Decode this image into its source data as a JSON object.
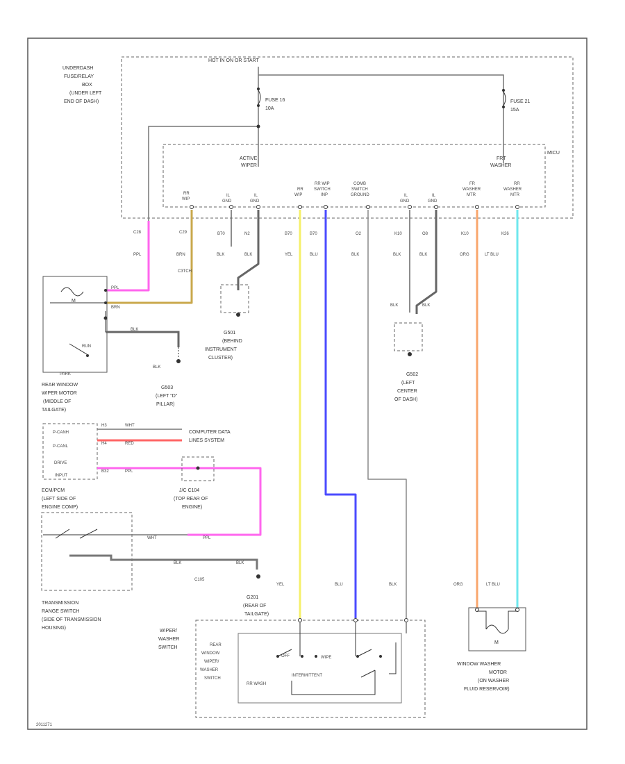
{
  "relay_box": {
    "supply": "HOT IN ON OR START",
    "label": [
      "UNDERDASH",
      "FUSE/RELAY",
      "BOX",
      "(UNDER LEFT",
      "END OF DASH)"
    ],
    "fuse_a": [
      "FUSE 16",
      "10A"
    ],
    "fuse_b": [
      "FUSE 21",
      "15A"
    ],
    "micu": "MICU",
    "unit_wiper": [
      "ACTIVE",
      "WIPER"
    ],
    "unit_washer": [
      "FRT",
      "WASHER"
    ],
    "pins": [
      [
        "RR",
        "WIP"
      ],
      [
        "IL",
        "GND"
      ],
      [
        "IL",
        "GND"
      ],
      [
        "RR",
        "WIP"
      ],
      [
        "RR WIP",
        "SWITCH",
        "INP"
      ],
      [
        "COMB",
        "SWITCH",
        "GROUND"
      ],
      [
        "IL",
        "GND"
      ],
      [
        "IL",
        "GND"
      ],
      [
        "FR",
        "WASHER",
        "MTR"
      ],
      [
        "RR",
        "WASHER",
        "MTR"
      ]
    ],
    "connectors": [
      "C28",
      "C29",
      "B70",
      "N2",
      "B70",
      "B70",
      "O2",
      "K10",
      "O8",
      "K10",
      "K26"
    ]
  },
  "wire_colors": {
    "upper": [
      "PPL",
      "BRN",
      "BLK",
      "BLK",
      "YEL",
      "BLU",
      "BLK",
      "BLK",
      "BLK",
      "ORG",
      "LT BLU"
    ],
    "lower": [
      "YEL",
      "BLU",
      "BLK",
      "ORG",
      "LT BLU"
    ]
  },
  "rear_wiper_motor": {
    "label": [
      "REAR WINDOW",
      "WIPER MOTOR",
      "(MIDDLE OF",
      "TAILGATE)"
    ],
    "wire_labels": [
      "PPL",
      "BRN",
      "BLK"
    ],
    "run": "RUN",
    "park": "PARK",
    "c_small": "C3TCH",
    "ground_blk": "BLK"
  },
  "g501": {
    "label": [
      "G501",
      "(BEHIND",
      "INSTRUMENT",
      "CLUSTER)"
    ]
  },
  "g502": {
    "label": [
      "G502",
      "(LEFT",
      "CENTER",
      "OF DASH)"
    ],
    "blk": "BLK"
  },
  "g503": {
    "label": [
      "G503",
      "(LEFT \"D\"",
      "PILLAR)"
    ]
  },
  "ecm": {
    "pins": [
      "P-CANH",
      "P-CANL",
      "DRIVE",
      "INPUT"
    ],
    "wire_ids": [
      "H3",
      "H4",
      "B32"
    ],
    "wires": [
      "WHT",
      "RED",
      "PPL"
    ],
    "bus": [
      "COMPUTER DATA",
      "LINES SYSTEM"
    ],
    "label": [
      "ECM/PCM",
      "(LEFT SIDE OF",
      "ENGINE COMP)"
    ]
  },
  "junction": {
    "label": [
      "J/C C104",
      "(TOP REAR OF",
      "ENGINE)"
    ]
  },
  "range_switch": {
    "label": [
      "TRANSMISSION",
      "RANGE SWITCH",
      "(SIDE OF TRANSMISSION",
      "HOUSING)"
    ],
    "wires": [
      "WHT",
      "PPL",
      "BLK",
      "BLK"
    ],
    "c_label": "C105"
  },
  "g201": {
    "label": [
      "G201",
      "(REAR OF",
      "TAILGATE)"
    ]
  },
  "wiper_switch": {
    "outer": [
      "WIPER/",
      "WASHER",
      "SWITCH"
    ],
    "inner": [
      "REAR",
      "WINDOW",
      "WIPER/",
      "WASHER",
      "SWITCH"
    ],
    "positions": [
      "OFF",
      "INTERMITTENT",
      "WIPE",
      "RR WASH"
    ]
  },
  "washer_motor": {
    "label": [
      "WINDOW WASHER",
      "MOTOR",
      "(ON WASHER",
      "FLUID RESERVOIR)"
    ],
    "m": "M"
  },
  "m_symbol": "M",
  "figure_id": "2011271"
}
